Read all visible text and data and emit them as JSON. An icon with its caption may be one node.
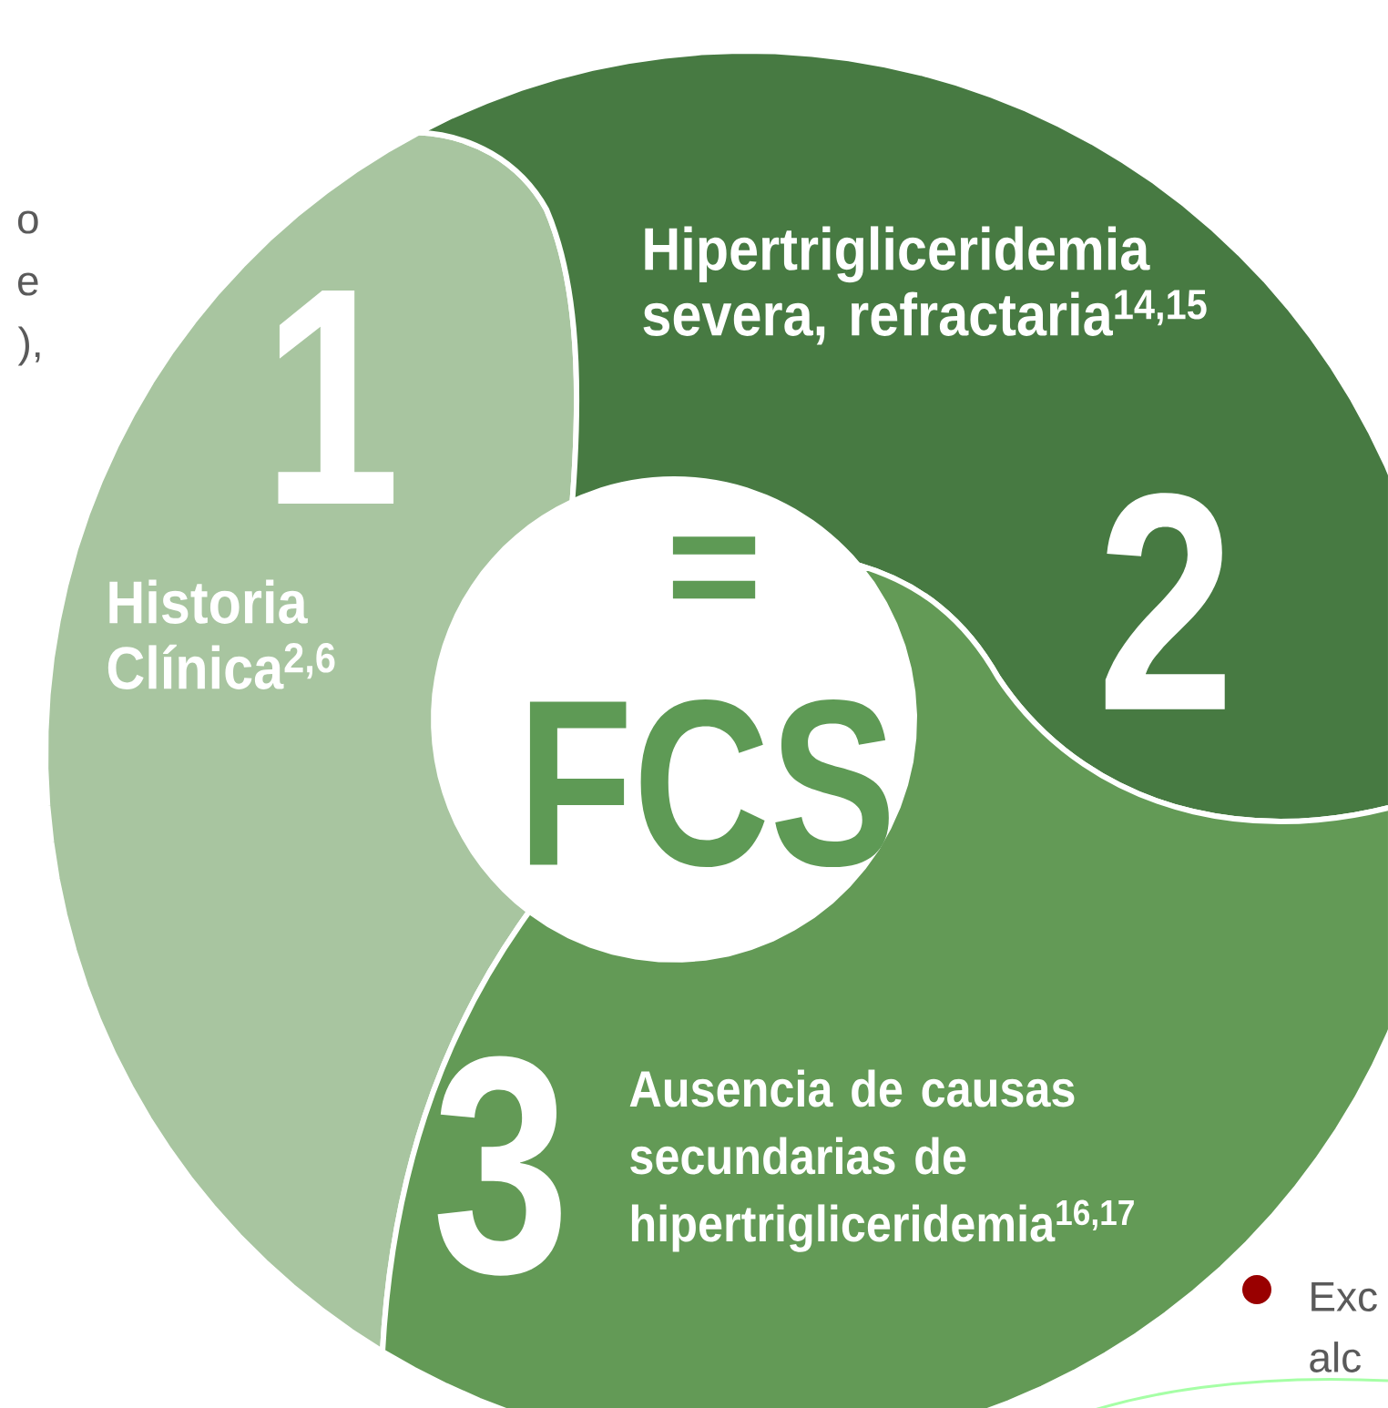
{
  "diagram": {
    "nodes": [
      {
        "text": [
          "1",
          "Historia Clínica$^{2,6}$"
        ]
      },
      {
        "text": [
          "Hipertrigliceridemia severa, refractaria$^{14,15}$",
          "2"
        ]
      },
      {
        "text": [
          "=",
          "FCS"
        ]
      },
      {
        "text": [
          "3",
          "Ausencia de causas secundarias de hipertrigliceridemia$^{16,17}$"
        ]
      }
    ],
    "labels": [
      "o",
      "e",
      "),",
      "Exc",
      "alc"
    ]
  }
}
